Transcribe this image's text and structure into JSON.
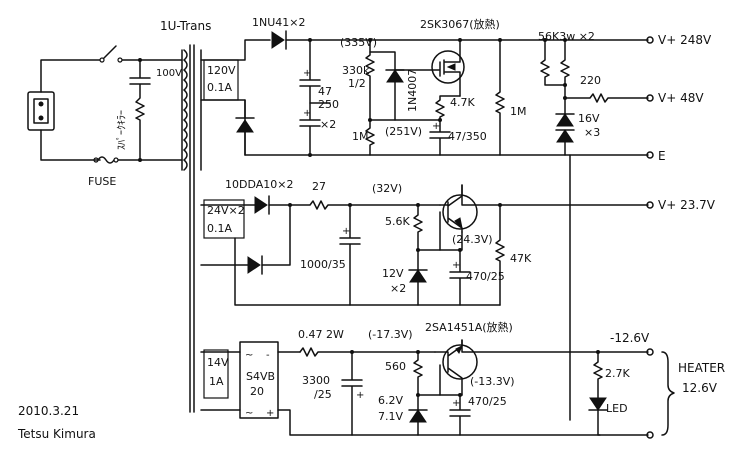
{
  "labels": {
    "trans": "1U-Trans",
    "d_top": "1NU41×2",
    "v335": "(335V)",
    "q1": "2SK3067(放熱)",
    "r56k": "56K3w ×2",
    "out1": "V+ 248V",
    "sec1": "120V\n0.1A",
    "c47_250": "47\n250",
    "x2a": "×2",
    "r330k": "330k\n1/2",
    "d1n4007": "1N4007",
    "r47k_a": "4.7K",
    "r1m_a": "1M",
    "v251": "(251V)",
    "c47_350": "47/350",
    "r1m_b": "1M",
    "r220": "220",
    "out2": "V+ 48V",
    "z16": "16V\n×3",
    "out3": "E",
    "varistor": "ｽﾊﾟｰｸｷﾗｰ",
    "c100v": "100V",
    "fuse": "FUSE",
    "d_mid": "10DDA10×2",
    "r27": "27",
    "v32": "(32V)",
    "out4": "V+ 23.7V",
    "sec2": "24V×2\n0.1A",
    "r56k_b": "5.6K",
    "v243": "(24.3V)",
    "c1000": "1000/35",
    "z12": "12V\n×2",
    "c470_25a": "470/25",
    "r47k_b": "47K",
    "r047": "0.47 2W",
    "v173": "(-17.3V)",
    "q3": "2SA1451A(放熱)",
    "out5": "-12.6V",
    "sec3": "14V\n1A",
    "bridge": "S4VB\n20",
    "c3300": "3300\n/25",
    "r560": "560",
    "v133": "(-13.3V)",
    "z62": "6.2V\n7.1V",
    "c470_25b": "470/25",
    "r27k": "2.7K",
    "led": "LED",
    "heater": "HEATER\n12.6V",
    "date": "2010.3.21",
    "author": "Tetsu Kimura"
  }
}
